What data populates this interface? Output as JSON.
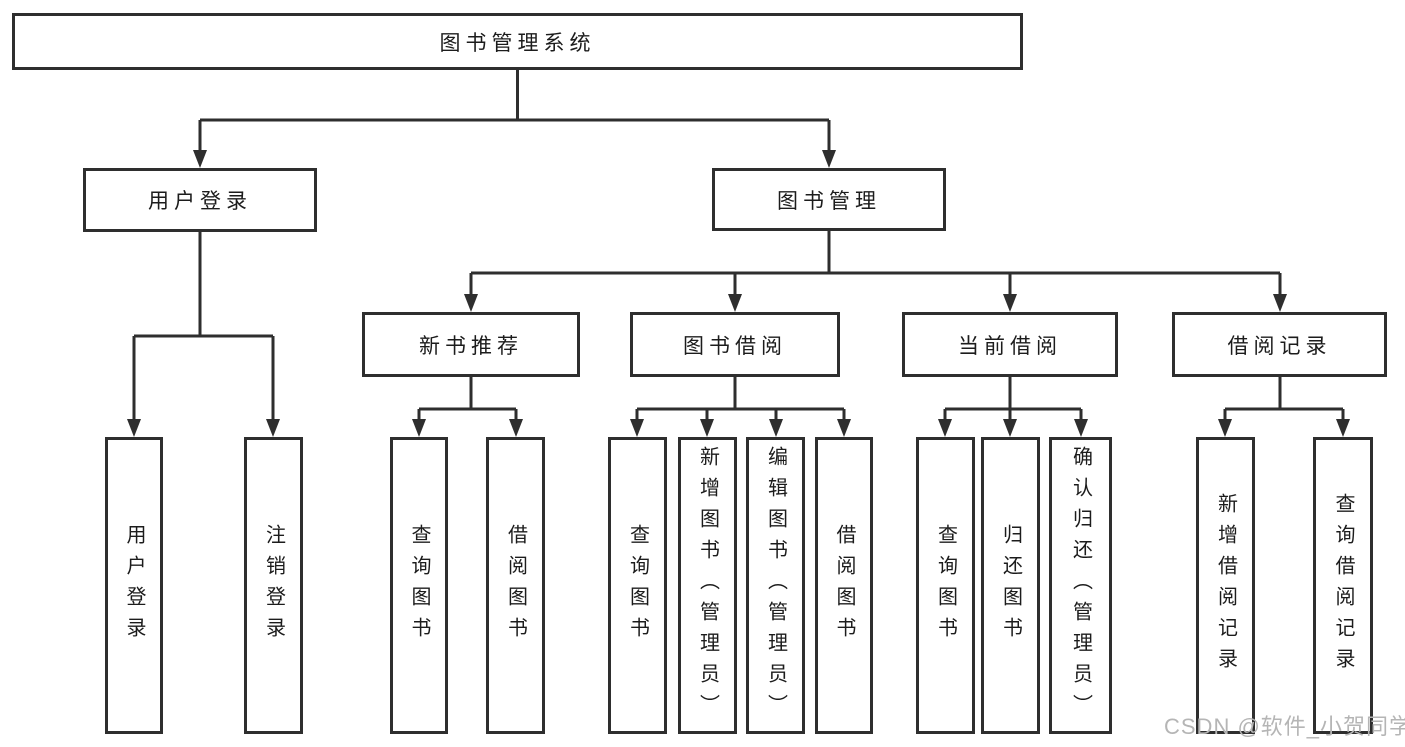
{
  "diagram": {
    "type": "hierarchy-tree",
    "root": "图书管理系统"
  },
  "nodes": {
    "root": {
      "label": "图书管理系统"
    },
    "user_login": {
      "label": "用户登录"
    },
    "book_mgmt": {
      "label": "图书管理"
    },
    "new_book": {
      "label": "新书推荐"
    },
    "book_borrow": {
      "label": "图书借阅"
    },
    "current_borrow": {
      "label": "当前借阅"
    },
    "borrow_record": {
      "label": "借阅记录"
    }
  },
  "leaves": [
    {
      "label": "用户登录",
      "parent": "用户登录"
    },
    {
      "label": "注销登录",
      "parent": "用户登录"
    },
    {
      "label": "查询图书",
      "parent": "新书推荐"
    },
    {
      "label": "借阅图书",
      "parent": "新书推荐"
    },
    {
      "label": "查询图书",
      "parent": "图书借阅"
    },
    {
      "label": "新增图书（管理员）",
      "parent": "图书借阅"
    },
    {
      "label": "编辑图书（管理员）",
      "parent": "图书借阅"
    },
    {
      "label": "借阅图书",
      "parent": "图书借阅"
    },
    {
      "label": "查询图书",
      "parent": "当前借阅"
    },
    {
      "label": "归还图书",
      "parent": "当前借阅"
    },
    {
      "label": "确认归还（管理员）",
      "parent": "当前借阅"
    },
    {
      "label": "新增借阅记录",
      "parent": "借阅记录"
    },
    {
      "label": "查询借阅记录",
      "parent": "借阅记录"
    }
  ],
  "watermark": {
    "text": "CSDN @软件_小贺同学"
  },
  "colors": {
    "line": "#2e2e2e",
    "text": "#1c1c1c",
    "background": "#ffffff",
    "watermark": "#b5b5b5"
  }
}
